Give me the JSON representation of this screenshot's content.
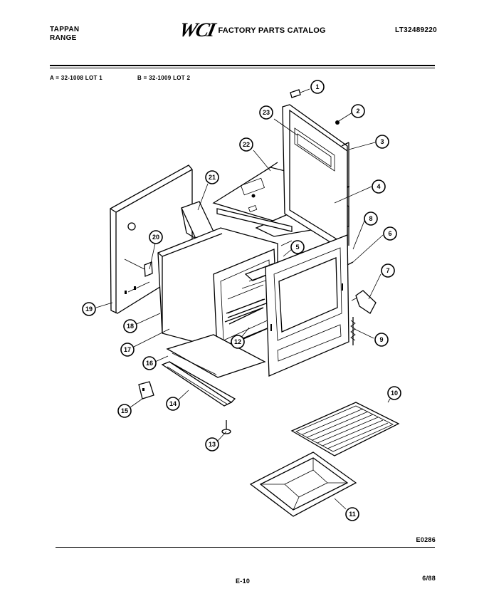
{
  "header": {
    "brand_line1": "TAPPAN",
    "brand_line2": "RANGE",
    "logo_text": "WCI",
    "catalog_title": "FACTORY PARTS CATALOG",
    "model_number": "LT32489220"
  },
  "lots": {
    "lot_a": "A = 32-1008 LOT 1",
    "lot_b": "B = 32-1009 LOT 2"
  },
  "callouts": [
    "1",
    "2",
    "3",
    "4",
    "5",
    "6",
    "7",
    "8",
    "9",
    "10",
    "11",
    "12",
    "13",
    "14",
    "15",
    "16",
    "17",
    "18",
    "19",
    "20",
    "21",
    "22",
    "23"
  ],
  "footer": {
    "diagram_code": "E0286",
    "page_number": "E-10",
    "date": "6/88"
  }
}
